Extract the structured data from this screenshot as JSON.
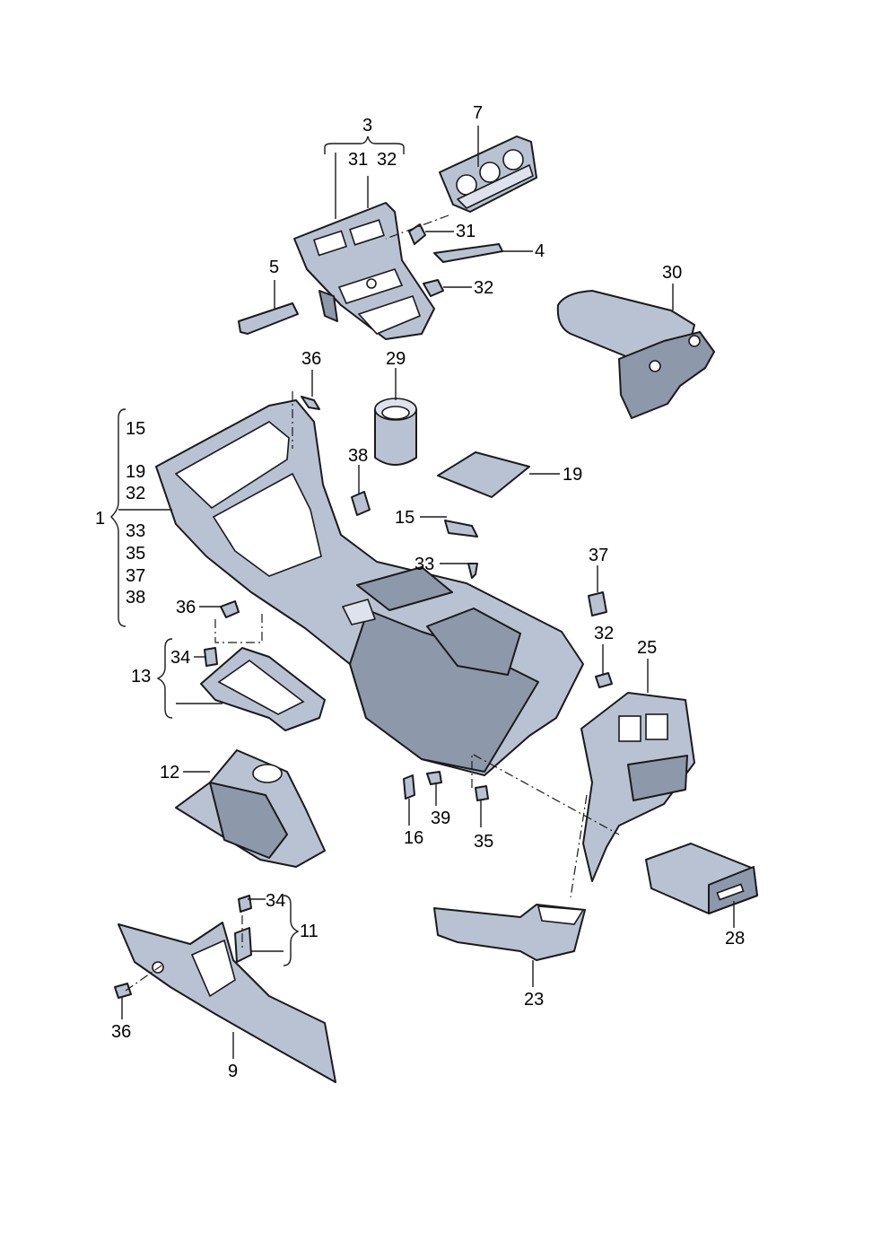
{
  "labels": {
    "p1": "1",
    "p3": "3",
    "p3_sub_a": "31",
    "p3_sub_b": "32",
    "p4": "4",
    "p5": "5",
    "p7": "7",
    "p9": "9",
    "p11": "11",
    "p12": "12",
    "p13": "13",
    "p15": "15",
    "p16": "16",
    "p19": "19",
    "p23": "23",
    "p25": "25",
    "p28": "28",
    "p29": "29",
    "p30": "30",
    "p31": "31",
    "p32_upper": "32",
    "p32_lower": "32",
    "p33": "33",
    "p34_upper": "34",
    "p34_lower": "34",
    "p35": "35",
    "p36_top": "36",
    "p36_mid": "36",
    "p36_bottom": "36",
    "p37": "37",
    "p38": "38",
    "p39": "39"
  },
  "group1_list": [
    "15",
    "19",
    "32",
    "33",
    "35",
    "37",
    "38"
  ],
  "colors": {
    "part_fill": "#b9c2d2",
    "outline": "#1a1a1a",
    "background": "#ffffff"
  }
}
